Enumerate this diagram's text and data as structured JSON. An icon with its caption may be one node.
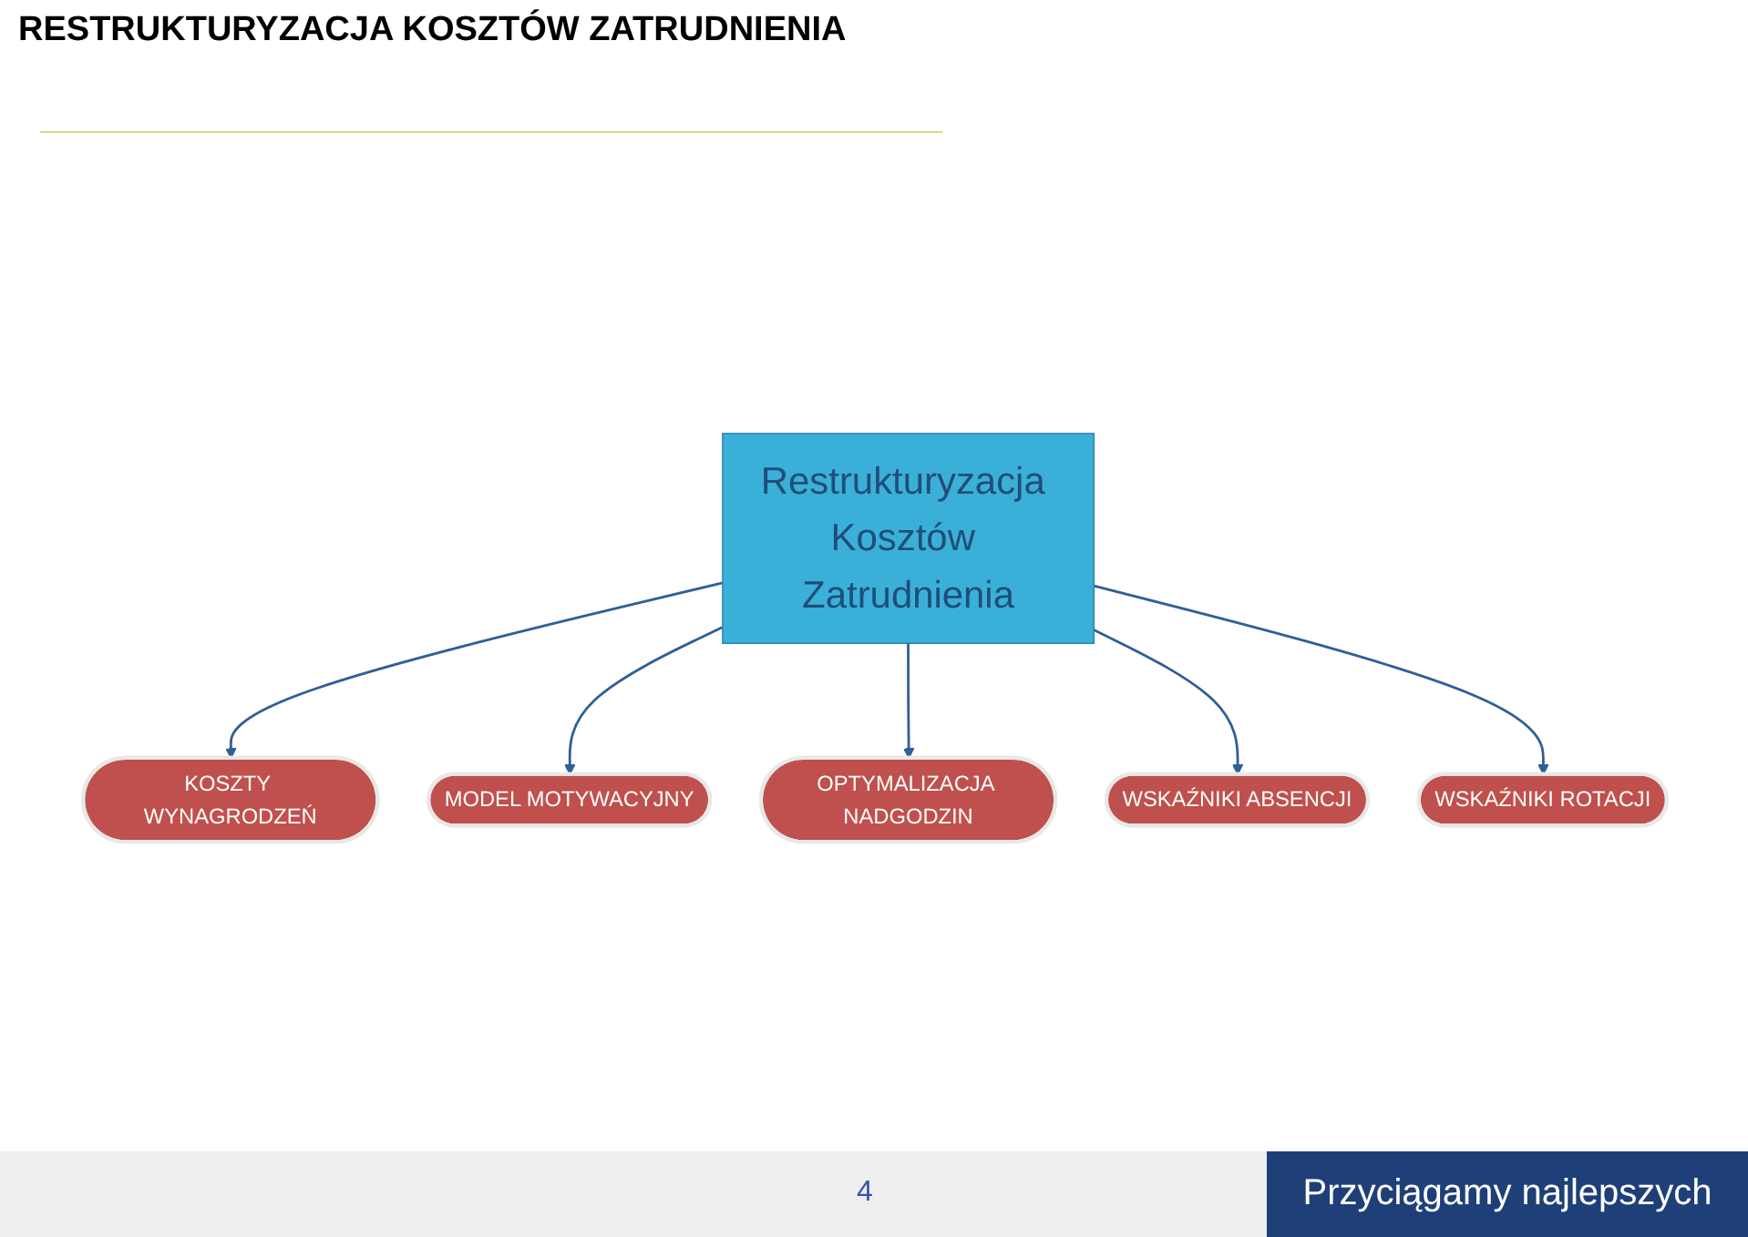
{
  "diagram": {
    "title": "RESTRUKTURYZACJA KOSZTÓW ZATRUDNIENIA",
    "nodes": [
      {
        "text": [
          "Restrukturyzacja Kosztów Zatrudnienia"
        ]
      },
      {
        "text": [
          "KOSZTY WYNAGRODZEŃ"
        ]
      },
      {
        "text": [
          "MODEL MOTYWACYJNY"
        ]
      },
      {
        "text": [
          "OPTYMALIZACJA NADGODZIN"
        ]
      },
      {
        "text": [
          "WSKAŹNIKI ABSENCJI"
        ]
      },
      {
        "text": [
          "WSKAŹNIKI ROTACJI"
        ]
      }
    ],
    "edges": [
      {
        "from": 0,
        "to": 1,
        "arrow": "to"
      },
      {
        "from": 0,
        "to": 2,
        "arrow": "to"
      },
      {
        "from": 0,
        "to": 3,
        "arrow": "to"
      },
      {
        "from": 0,
        "to": 4,
        "arrow": "to"
      },
      {
        "from": 0,
        "to": 5,
        "arrow": "to"
      }
    ],
    "labels": [
      "4",
      "Przyciągamy najlepszych"
    ]
  }
}
